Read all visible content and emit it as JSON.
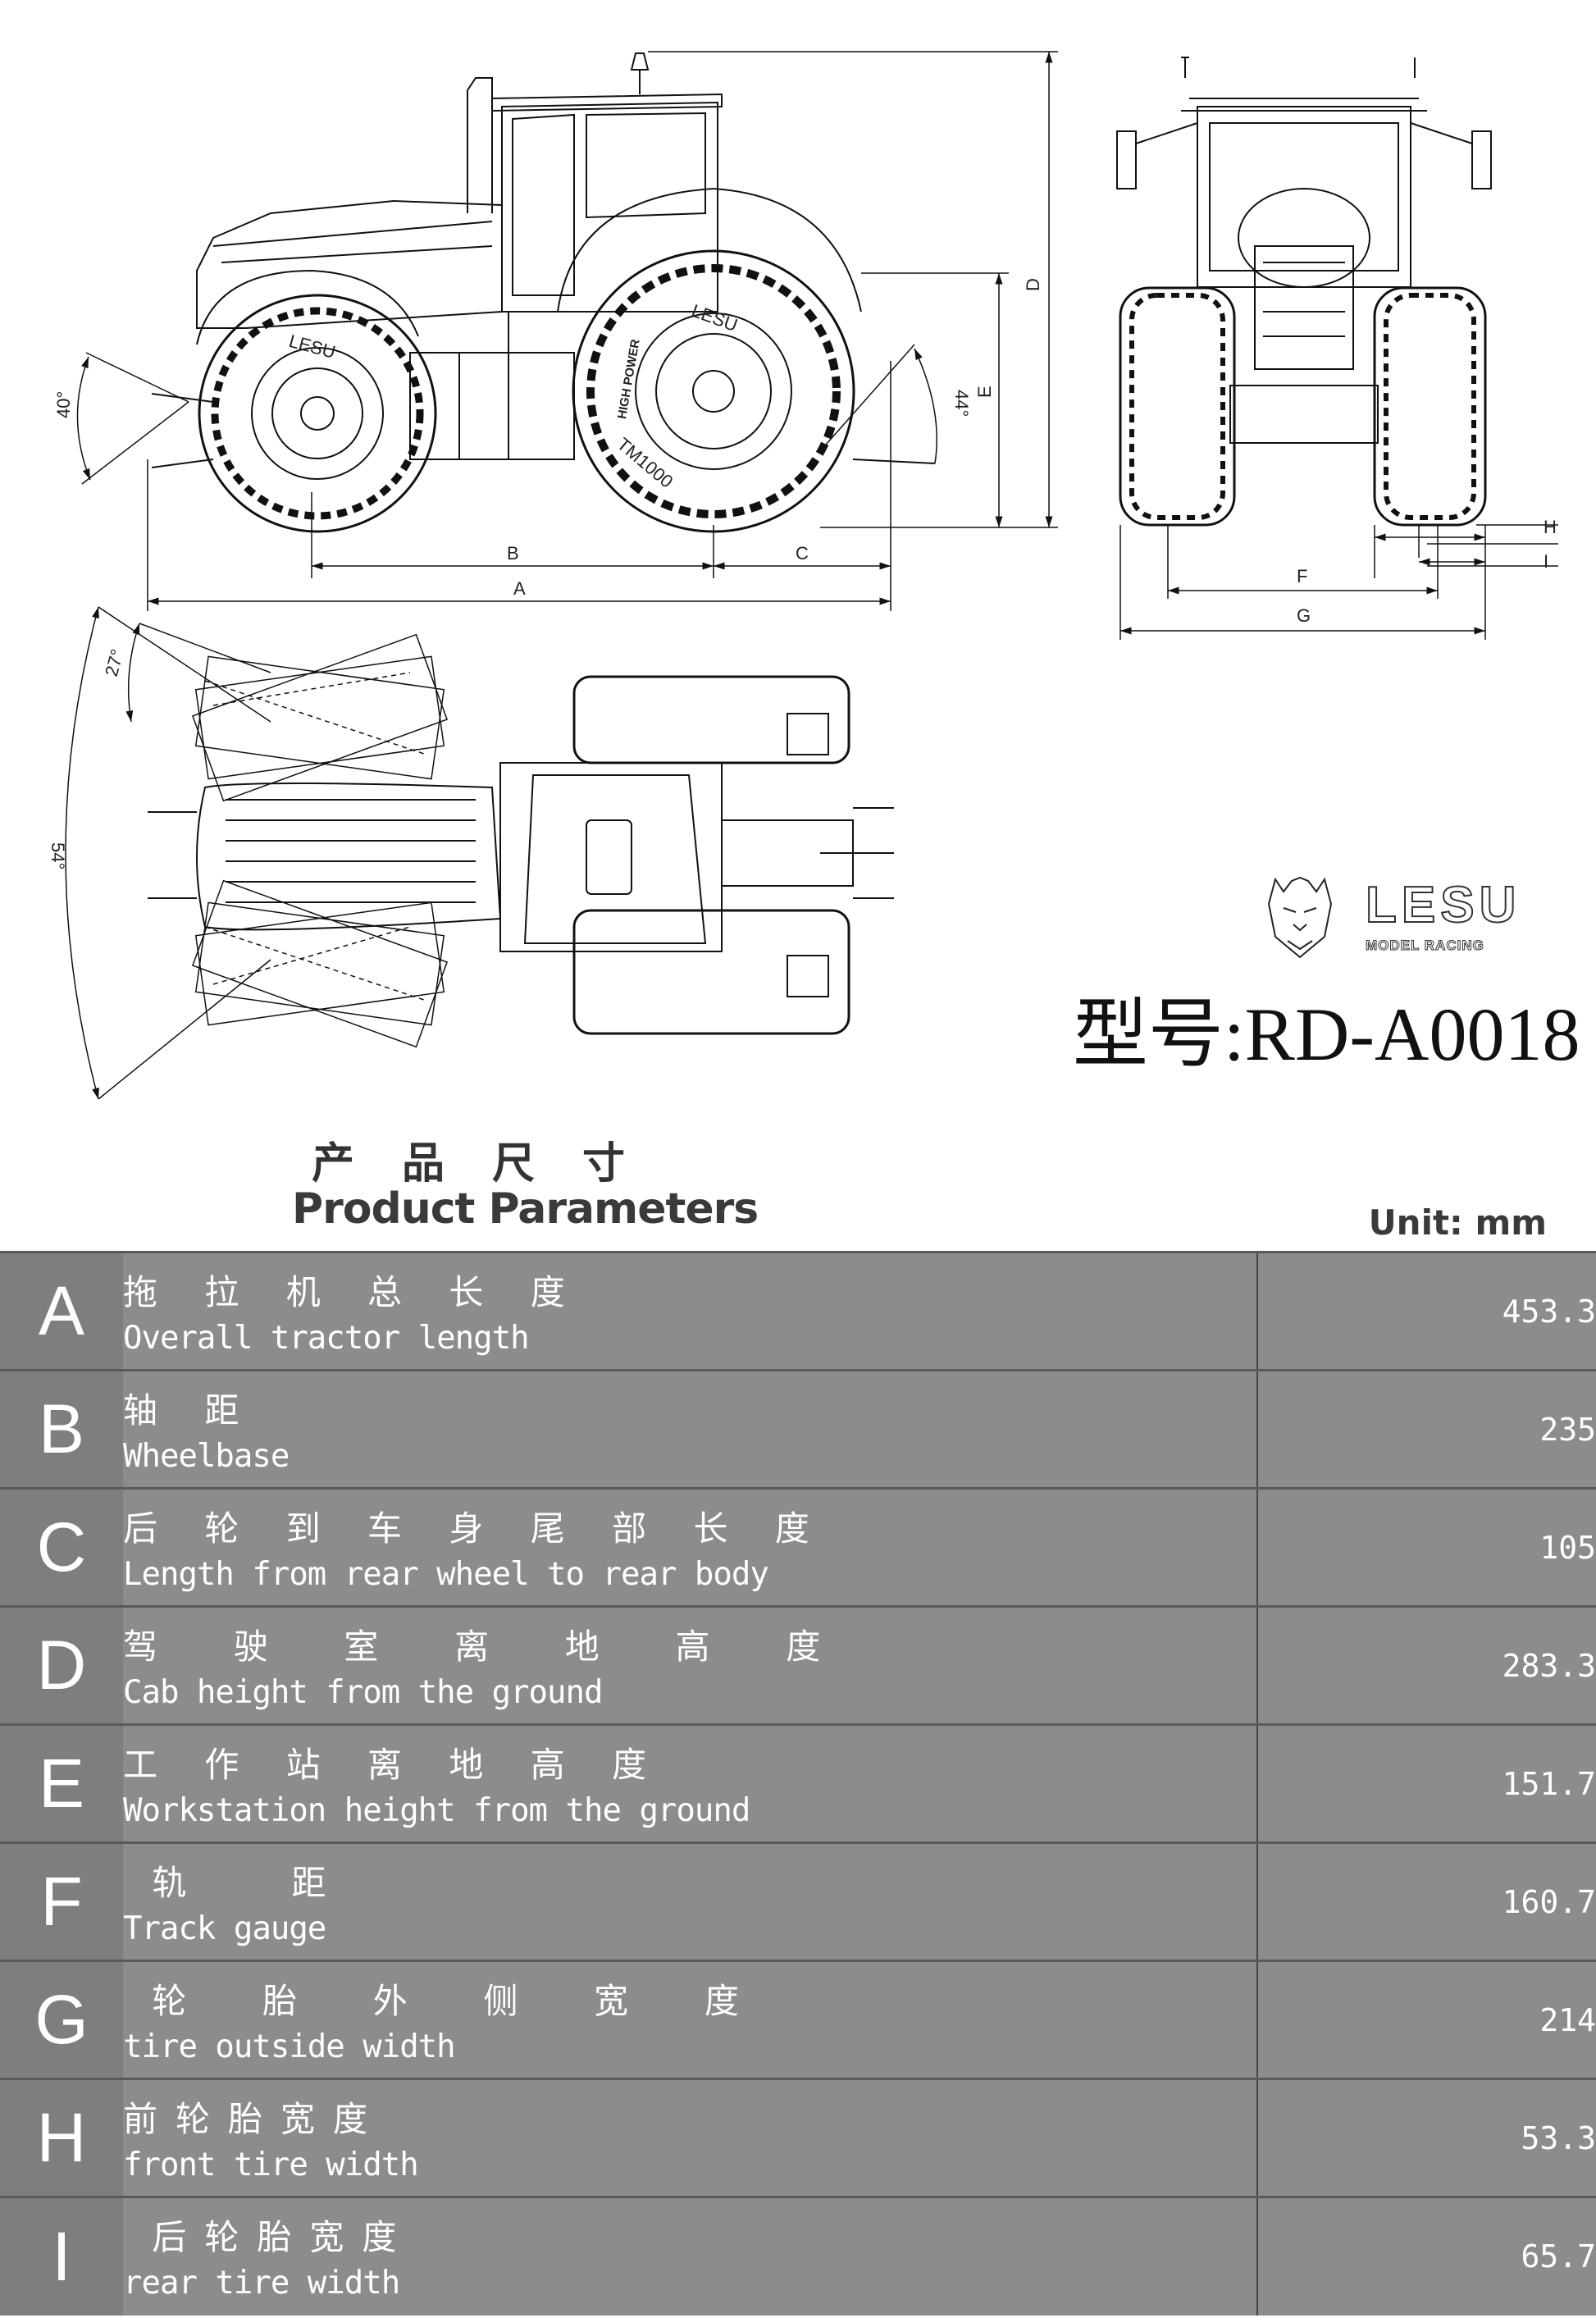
{
  "drawing": {
    "dimension_labels": [
      "A",
      "B",
      "C",
      "D",
      "E",
      "F",
      "G",
      "H",
      "I"
    ],
    "angles": {
      "front_approach": "40°",
      "rear_departure": "44°",
      "steer_inner": "27°",
      "steer_outer": "54°"
    },
    "tire_text": [
      "LESU",
      "TM1000",
      "HIGH POWER"
    ]
  },
  "brand": {
    "name": "LESU",
    "tagline": "MODEL RACING"
  },
  "model_label": "型号:RD-A0018",
  "section": {
    "title_cn": "产品尺寸",
    "title_en": "Product Parameters",
    "unit": "Unit: mm"
  },
  "params": [
    {
      "letter": "A",
      "cn": "拖 拉 机 总 长 度",
      "en": "Overall tractor length",
      "value": "453.3"
    },
    {
      "letter": "B",
      "cn": "轴 距",
      "en": "Wheelbase",
      "value": "235"
    },
    {
      "letter": "C",
      "cn": "后 轮 到 车 身 尾 部 长 度",
      "en": "Length from rear wheel to rear body",
      "value": "105"
    },
    {
      "letter": "D",
      "cn": "驾  驶  室  离  地  高  度",
      "en": "Cab height from the ground",
      "value": "283.3"
    },
    {
      "letter": "E",
      "cn": "工 作 站 离 地 高 度",
      "en": "Workstation height from the ground",
      "value": "151.7"
    },
    {
      "letter": "F",
      "cn": " 轨   距",
      "en": "Track gauge",
      "value": "160.7"
    },
    {
      "letter": "G",
      "cn": " 轮  胎  外  侧  宽  度",
      "en": "tire outside width",
      "value": "214"
    },
    {
      "letter": "H",
      "cn": "前轮胎宽度",
      "en": "front tire width",
      "value": "53.3"
    },
    {
      "letter": "I",
      "cn": " 后轮胎宽度",
      "en": "rear tire width",
      "value": "65.7"
    }
  ]
}
